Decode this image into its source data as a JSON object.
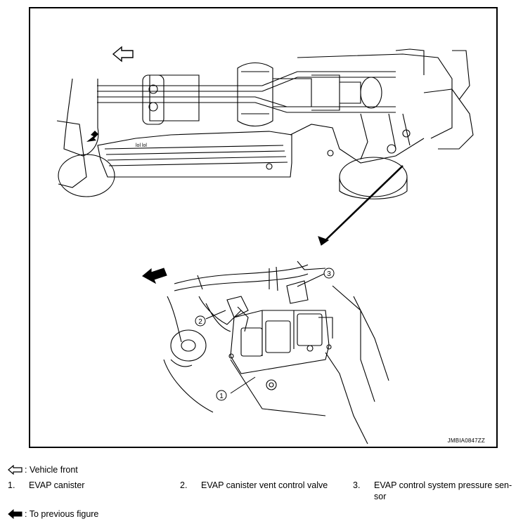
{
  "figure": {
    "code": "JMBIA0847ZZ",
    "callouts": [
      "1",
      "2",
      "3"
    ]
  },
  "legend": {
    "front_arrow_label": ": Vehicle front",
    "previous_arrow_label": ": To previous figure"
  },
  "items": [
    {
      "num": "1.",
      "text": "EVAP canister"
    },
    {
      "num": "2.",
      "text": "EVAP canister vent control valve"
    },
    {
      "num": "3.",
      "text": "EVAP control system pressure sen-"
    },
    {
      "num": "",
      "text": "sor"
    }
  ],
  "icons": {
    "front_arrow": "hollow-left-arrow-icon",
    "previous_arrow": "solid-left-arrow-icon"
  }
}
